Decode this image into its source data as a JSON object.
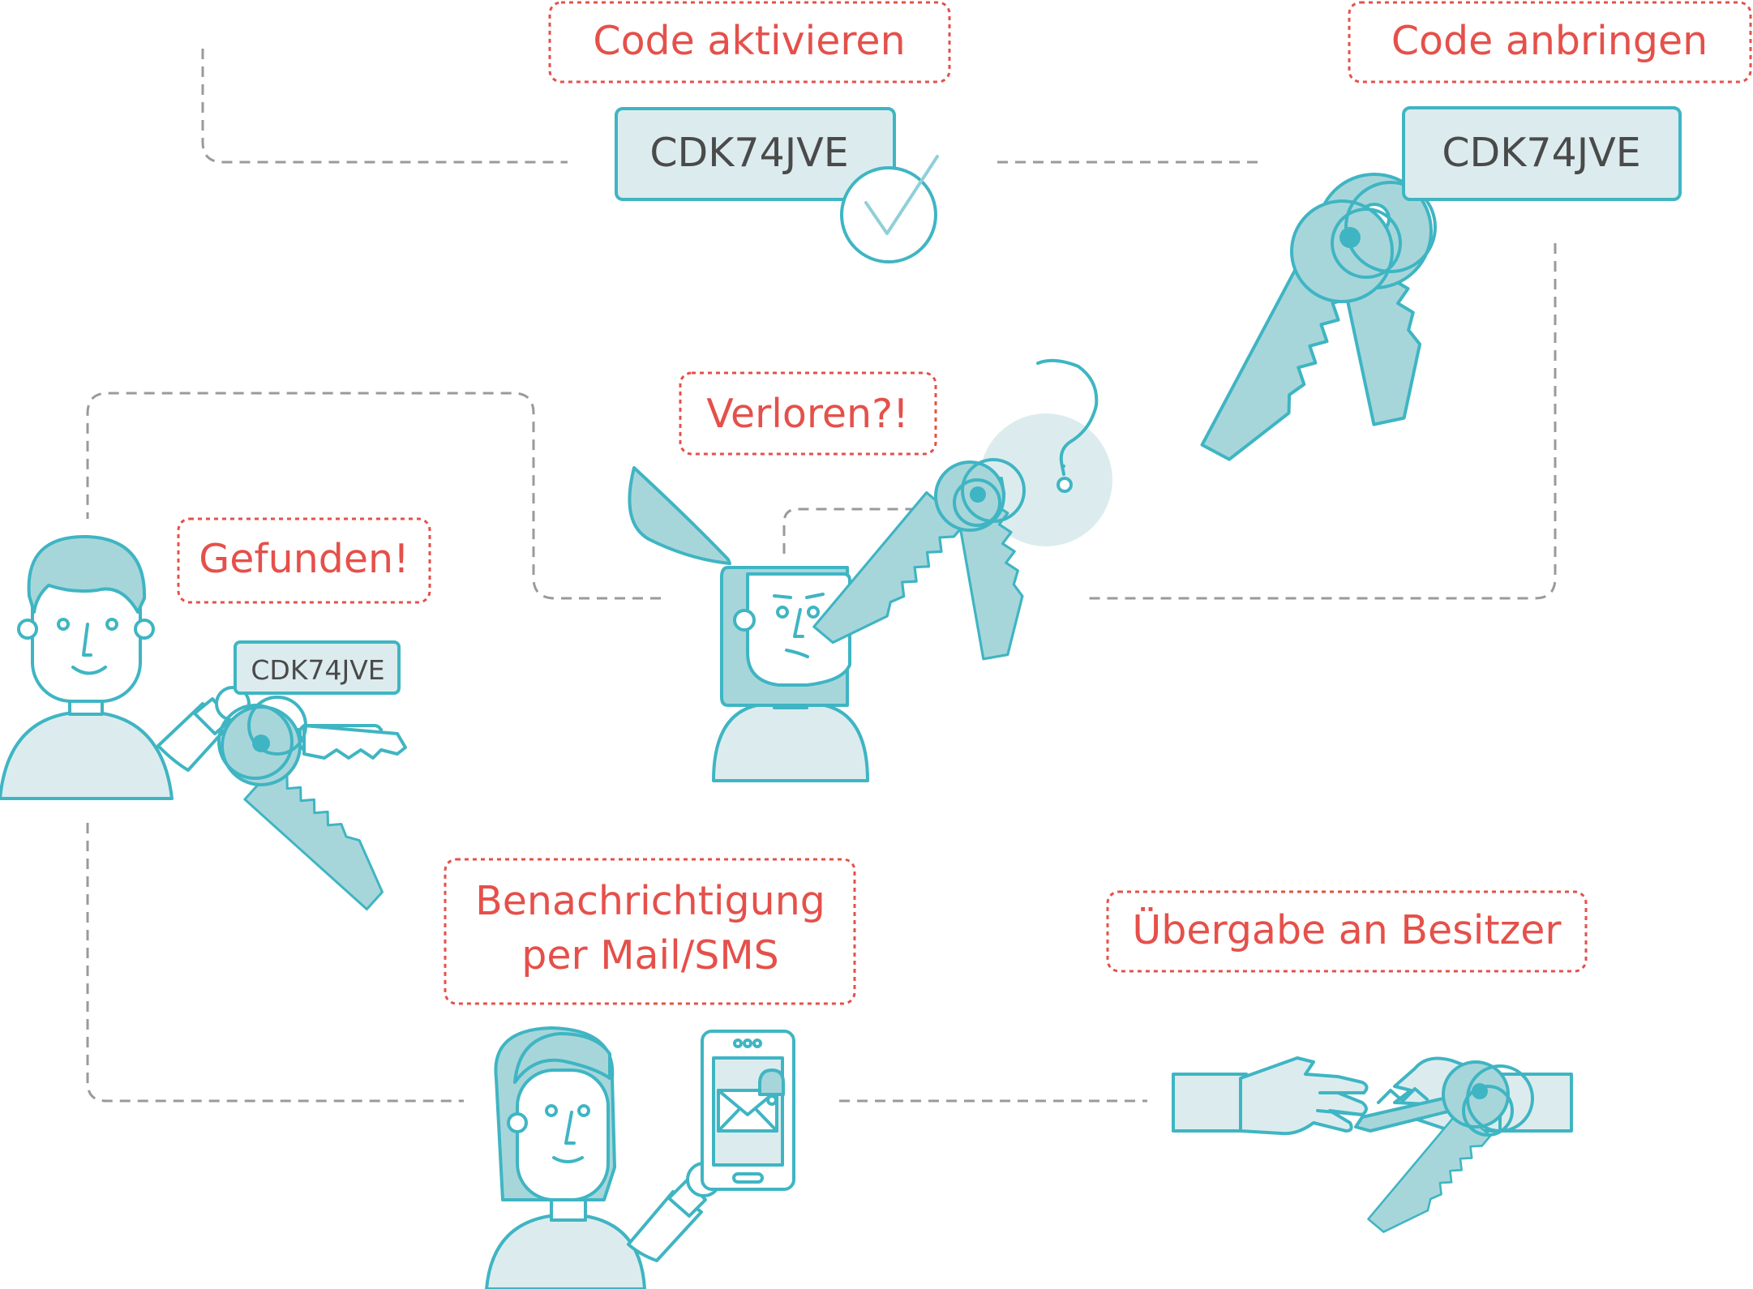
{
  "labels": {
    "code_activate": "Code aktivieren",
    "code_attach": "Code anbringen",
    "lost": "Verloren?!",
    "found": "Gefunden!",
    "notification_line1": "Benachrichtigung",
    "notification_line2": "per Mail/SMS",
    "handover": "Übergabe an Besitzer"
  },
  "codes": {
    "activate_tag": "CDK74JVE",
    "attach_tag": "CDK74JVE",
    "finder_tag": "CDK74JVE"
  },
  "colors": {
    "accent_red": "#e5504a",
    "teal_line": "#3fb5c3",
    "teal_fill": "#a7d6da",
    "teal_light": "#dcecee",
    "connector_gray": "#9a9a9a",
    "code_text": "#4a4a4a"
  },
  "icons": [
    "checkmark-circle-icon",
    "key-icon",
    "question-mark-icon",
    "smartphone-icon",
    "mail-envelope-icon",
    "bell-icon",
    "handshake-icon"
  ]
}
